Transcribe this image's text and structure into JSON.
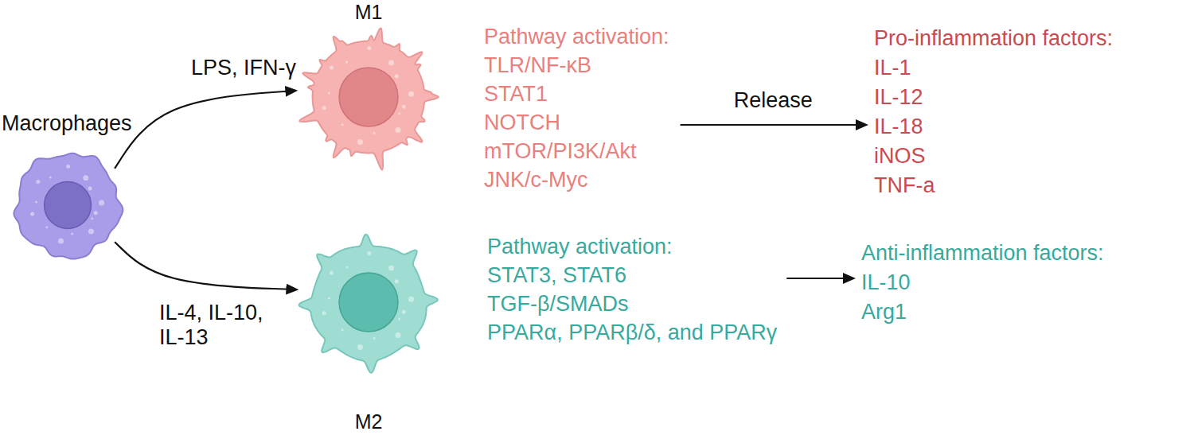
{
  "diagram": {
    "nodes": [
      {
        "text": [
          "Macrophages"
        ]
      },
      {
        "text": [
          "M1"
        ]
      },
      {
        "text": [
          "M2"
        ]
      },
      {
        "text": [
          "Pathway activation:",
          "TLR/NF-κB",
          "STAT1",
          "NOTCH",
          "mTOR/PI3K/Akt",
          "JNK/c-Myc"
        ]
      },
      {
        "text": [
          "Pro-inflammation factors:",
          "IL-1",
          "IL-12",
          "IL-18",
          "iNOS",
          "TNF-a"
        ]
      },
      {
        "text": [
          "Pathway activation:",
          "STAT3, STAT6",
          "TGF-β/SMADs",
          "PPARα, PPARβ/δ, and PPARγ"
        ]
      },
      {
        "text": [
          "Anti-inflammation factors:",
          "IL-10",
          "Arg1"
        ]
      }
    ],
    "edges": [
      {
        "from": 0,
        "to": 1,
        "arrow": "to",
        "label": "LPS, IFN-γ"
      },
      {
        "from": 0,
        "to": 2,
        "arrow": "to",
        "label": "IL-4, IL-10, IL-13"
      },
      {
        "from": 3,
        "to": 4,
        "arrow": "to",
        "label": "Release"
      },
      {
        "from": 5,
        "to": 6,
        "arrow": "to"
      }
    ]
  }
}
